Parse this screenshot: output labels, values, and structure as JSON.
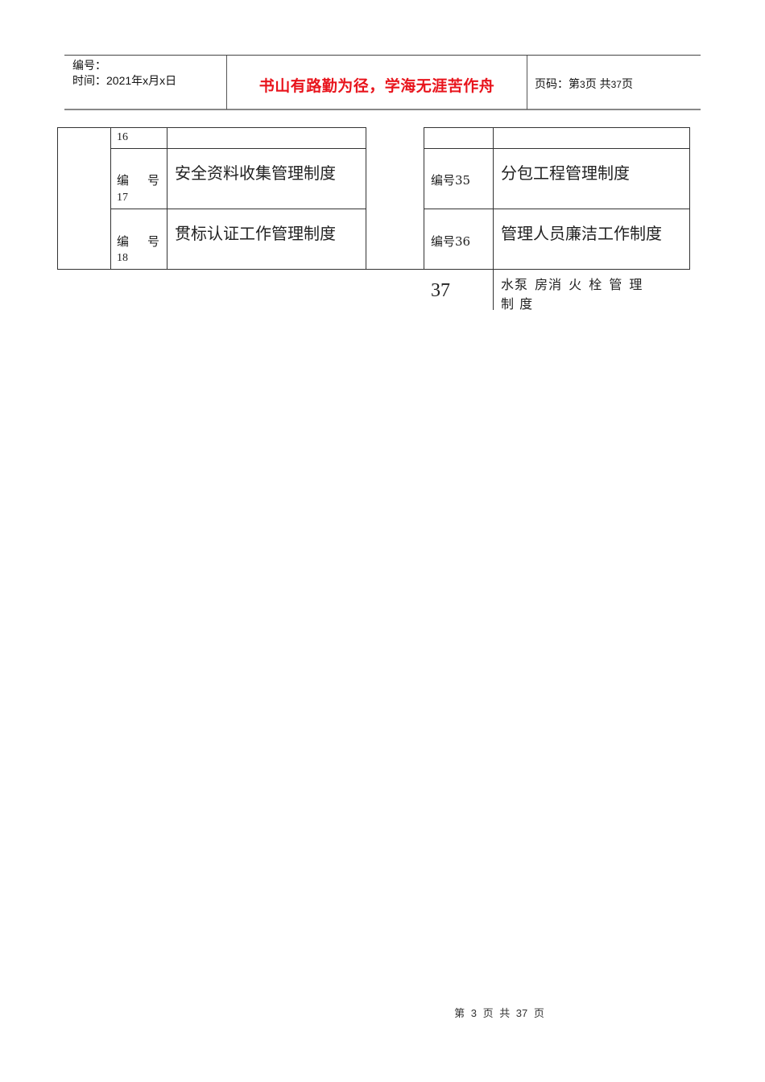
{
  "header": {
    "number_label": "编号：",
    "date_label": "时间：2021年x月x日",
    "motto": "书山有路勤为径，学海无涯苦作舟",
    "page_prefix": "页码：第",
    "page_current": "3",
    "page_mid": "页  共",
    "page_total": "37",
    "page_suffix": "页"
  },
  "table": {
    "left": [
      {
        "id_line1": "16",
        "title": ""
      },
      {
        "id_label": "编",
        "id_label2": "号",
        "id_num": "17",
        "title": "安全资料收集管理制度"
      },
      {
        "id_label": "编",
        "id_label2": "号",
        "id_num": "18",
        "title": "贯标认证工作管理制度"
      }
    ],
    "right": [
      {
        "id": "",
        "title": ""
      },
      {
        "id": "编号35",
        "title": "分包工程管理制度"
      },
      {
        "id": "编号36",
        "title": "管理人员廉洁工作制度"
      }
    ],
    "overflow_row": {
      "id": "37",
      "title_line1": "水泵 房消 火 栓 管 理",
      "title_line2": "制 度"
    }
  },
  "footer": {
    "text": "第 3 页 共 37 页"
  }
}
